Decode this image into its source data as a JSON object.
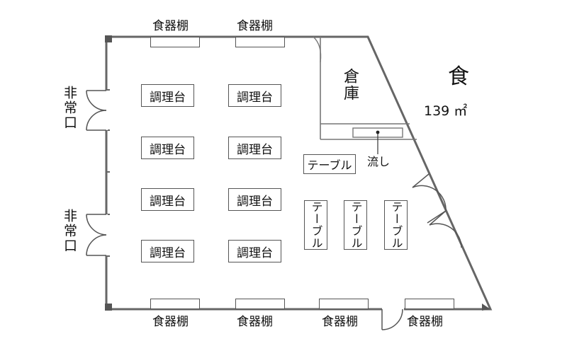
{
  "room": {
    "name": "食",
    "area": "139 ㎡"
  },
  "storage": {
    "label": "倉庫"
  },
  "sink": {
    "label": "流し"
  },
  "exits": [
    "非常口",
    "非常口"
  ],
  "shelves_top": [
    "食器棚",
    "食器棚"
  ],
  "shelves_bottom": [
    "食器棚",
    "食器棚",
    "食器棚",
    "食器棚"
  ],
  "cooking_tables": [
    "調理台",
    "調理台",
    "調理台",
    "調理台",
    "調理台",
    "調理台",
    "調理台",
    "調理台"
  ],
  "tables": [
    "テーブル",
    "テーブル",
    "テーブル",
    "テーブル"
  ]
}
